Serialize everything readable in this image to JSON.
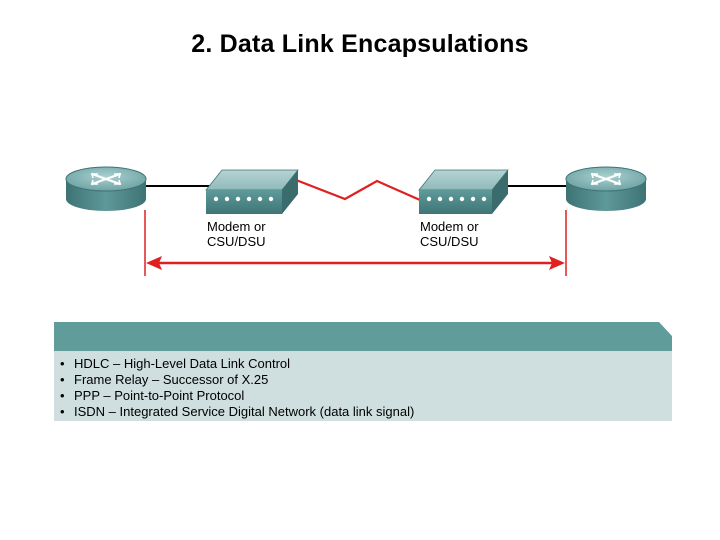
{
  "title": "2. Data Link Encapsulations",
  "diagram": {
    "devices": [
      {
        "id": "router-left",
        "type": "router",
        "icon": "router-icon"
      },
      {
        "id": "modem-left",
        "type": "modem",
        "icon": "modem-icon",
        "label_lines": [
          "Modem or",
          "CSU/DSU"
        ]
      },
      {
        "id": "modem-right",
        "type": "modem",
        "icon": "modem-icon",
        "label_lines": [
          "Modem or",
          "CSU/DSU"
        ]
      },
      {
        "id": "router-right",
        "type": "router",
        "icon": "router-icon"
      }
    ],
    "links": [
      {
        "from": "router-left",
        "to": "modem-left",
        "style": "black"
      },
      {
        "from": "modem-left",
        "to": "modem-right",
        "style": "red-zigzag-serial"
      },
      {
        "from": "modem-right",
        "to": "router-right",
        "style": "black"
      }
    ],
    "span_indicator": {
      "type": "double-arrow",
      "color": "#e02020"
    }
  },
  "panel": {
    "bullet": "•",
    "items": [
      "HDLC – High-Level Data Link Control",
      "Frame Relay – Successor of X.25",
      "PPP – Point-to-Point Protocol",
      "ISDN – Integrated Service Digital Network (data link signal)"
    ]
  },
  "colors": {
    "panel_header": "#5f9c9a",
    "panel_body": "#cfdedf",
    "router_body": "#4f8a8b",
    "router_top": "#8fbcbc",
    "link_red": "#e02020",
    "link_black": "#000000"
  }
}
